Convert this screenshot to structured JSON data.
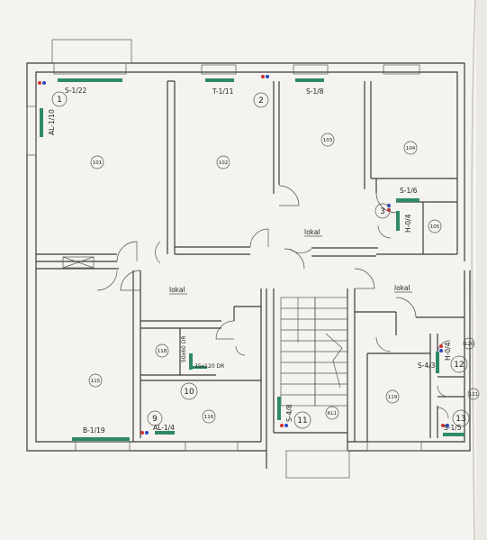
{
  "colors": {
    "radiator": "#2e8a66",
    "valve_red": "#d0342c",
    "valve_blue": "#2b46c4",
    "wall": "#3a3a3a",
    "paper": "#f4f3ef",
    "page_edge": "#c9c5bd"
  },
  "radiator_labels": {
    "s_1_22": "S-1/22",
    "t_1_11": "T-1/11",
    "s_1_8": "S-1/8",
    "al_1_10": "AL-1/10",
    "s_1_6": "S-1/6",
    "h_0_4_right": "H-0/4",
    "h_0_4_mid": "H-0/4",
    "s_4_3": "S-4/3",
    "s_4_8": "S-4/8",
    "s_1_5": "S-1/5",
    "b_1_19": "B-1/19",
    "al_1_4": "AL-1/4"
  },
  "circle_numbers": {
    "c1": "1",
    "c2": "2",
    "c3": "3",
    "c9": "9",
    "c10": "10",
    "c11": "11",
    "c12": "12",
    "c13": "13"
  },
  "room_numbers": {
    "r101": "101",
    "r102": "102",
    "r103": "103",
    "r104": "104",
    "r105": "105",
    "r115": "115",
    "r116": "116",
    "r118": "118",
    "r119": "119",
    "r120": "120",
    "r121": "121",
    "rkl1": "KL1"
  },
  "area_labels": {
    "lokal_top": "lokal",
    "lokal_left": "lokal",
    "lokal_right": "lokal"
  },
  "duct_labels": {
    "d50": "50x60 DR",
    "d35": "35x120 DR"
  }
}
